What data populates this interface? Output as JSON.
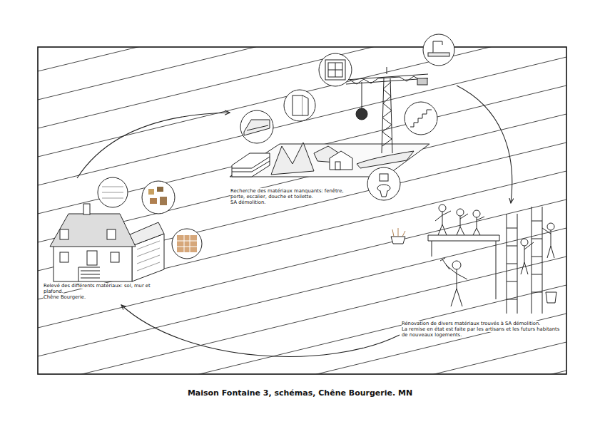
{
  "diagram": {
    "caption": "Maison Fontaine 3, schémas, Chêne Bourgerie. MN",
    "labels": [
      "Relevé des différents matériaux: sol, mur et plafond.",
      "Chêne Bourgerie.",
      "Recherche des matériaux manquants: fenêtre, porte, escalier, douche et toilette.",
      "SA démolition.",
      "Rénovation de divers matériaux trouvés à SA démolition.",
      "La remise en état est faite par les artisans et les futurs habitants de nouveaux logements."
    ]
  }
}
